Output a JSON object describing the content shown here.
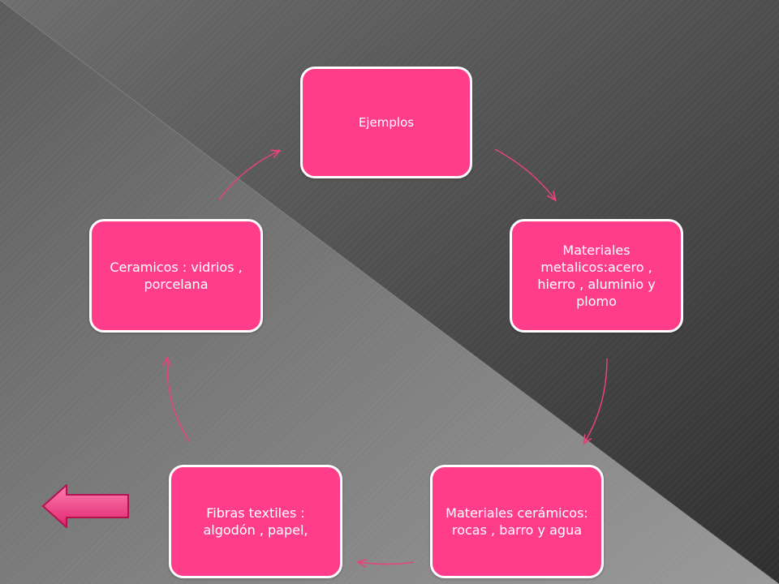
{
  "diagram": {
    "nodes": [
      {
        "id": "ejemplos",
        "label": "Ejemplos"
      },
      {
        "id": "metalicos",
        "label": "Materiales metalicos:acero , hierro , aluminio y plomo"
      },
      {
        "id": "ceramicos_mat",
        "label": "Materiales cerámicos: rocas , barro y agua"
      },
      {
        "id": "fibras",
        "label": "Fibras textiles : algodón , papel,"
      },
      {
        "id": "ceramicos",
        "label": "Ceramicos : vidrios , porcelana"
      }
    ],
    "edges": [
      {
        "from": "ejemplos",
        "to": "metalicos"
      },
      {
        "from": "metalicos",
        "to": "ceramicos_mat"
      },
      {
        "from": "ceramicos_mat",
        "to": "fibras"
      },
      {
        "from": "fibras",
        "to": "ceramicos"
      },
      {
        "from": "ceramicos",
        "to": "ejemplos"
      }
    ]
  },
  "navigation": {
    "back_arrow_icon": "left-arrow-icon"
  },
  "colors": {
    "node_fill": "#ff3d8b",
    "node_border": "#ffffff",
    "connector": "#e8427f",
    "background_dark": "#3c3c3c",
    "background_light": "#8a8a8a"
  }
}
